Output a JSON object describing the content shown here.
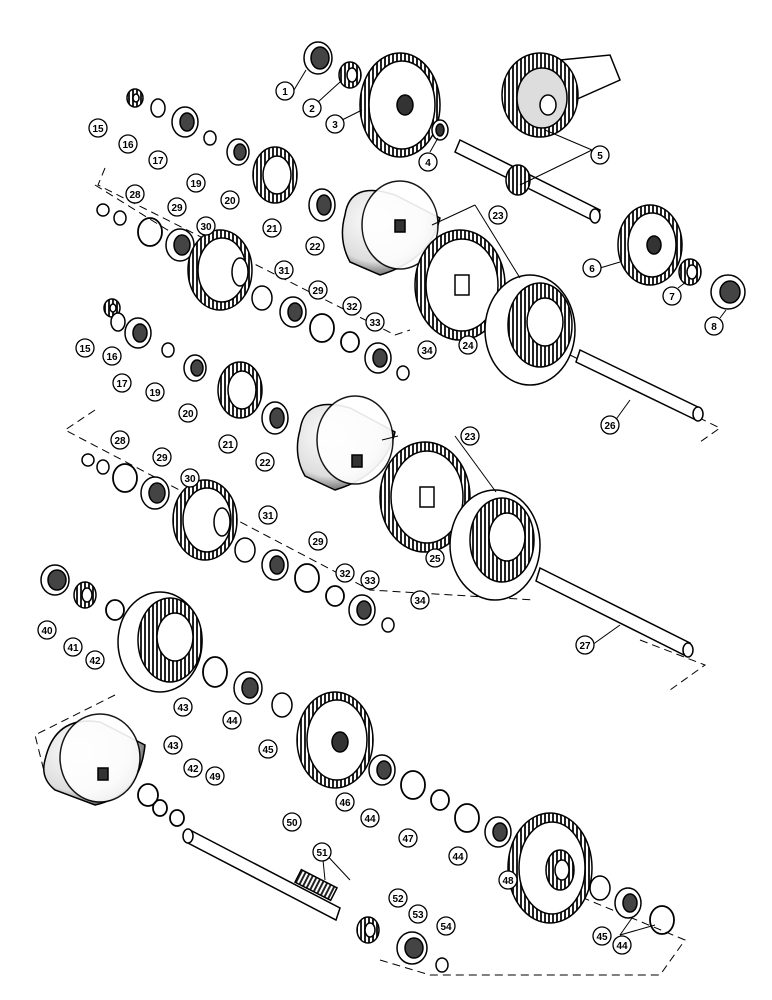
{
  "callouts": [
    {
      "id": "c1",
      "label": "1"
    },
    {
      "id": "c2",
      "label": "2"
    },
    {
      "id": "c3",
      "label": "3"
    },
    {
      "id": "c4",
      "label": "4"
    },
    {
      "id": "c5",
      "label": "5"
    },
    {
      "id": "c6",
      "label": "6"
    },
    {
      "id": "c7",
      "label": "7"
    },
    {
      "id": "c8",
      "label": "8"
    },
    {
      "id": "c15a",
      "label": "15"
    },
    {
      "id": "c16a",
      "label": "16"
    },
    {
      "id": "c17a",
      "label": "17"
    },
    {
      "id": "c19a",
      "label": "19"
    },
    {
      "id": "c20a",
      "label": "20"
    },
    {
      "id": "c21a",
      "label": "21"
    },
    {
      "id": "c22a",
      "label": "22"
    },
    {
      "id": "c23a",
      "label": "23"
    },
    {
      "id": "c24",
      "label": "24"
    },
    {
      "id": "c28a",
      "label": "28"
    },
    {
      "id": "c29a",
      "label": "29"
    },
    {
      "id": "c30a",
      "label": "30"
    },
    {
      "id": "c31a",
      "label": "31"
    },
    {
      "id": "c29b",
      "label": "29"
    },
    {
      "id": "c32a",
      "label": "32"
    },
    {
      "id": "c33a",
      "label": "33"
    },
    {
      "id": "c34a",
      "label": "34"
    },
    {
      "id": "c26",
      "label": "26"
    },
    {
      "id": "c15b",
      "label": "15"
    },
    {
      "id": "c16b",
      "label": "16"
    },
    {
      "id": "c17b",
      "label": "17"
    },
    {
      "id": "c19b",
      "label": "19"
    },
    {
      "id": "c20b",
      "label": "20"
    },
    {
      "id": "c21b",
      "label": "21"
    },
    {
      "id": "c22b",
      "label": "22"
    },
    {
      "id": "c23b",
      "label": "23"
    },
    {
      "id": "c28b",
      "label": "28"
    },
    {
      "id": "c29c",
      "label": "29"
    },
    {
      "id": "c30b",
      "label": "30"
    },
    {
      "id": "c31b",
      "label": "31"
    },
    {
      "id": "c29d",
      "label": "29"
    },
    {
      "id": "c25",
      "label": "25"
    },
    {
      "id": "c32b",
      "label": "32"
    },
    {
      "id": "c33b",
      "label": "33"
    },
    {
      "id": "c34b",
      "label": "34"
    },
    {
      "id": "c27",
      "label": "27"
    },
    {
      "id": "c40",
      "label": "40"
    },
    {
      "id": "c41",
      "label": "41"
    },
    {
      "id": "c42a",
      "label": "42"
    },
    {
      "id": "c43a",
      "label": "43"
    },
    {
      "id": "c44a",
      "label": "44"
    },
    {
      "id": "c45a",
      "label": "45"
    },
    {
      "id": "c43b",
      "label": "43"
    },
    {
      "id": "c42b",
      "label": "42"
    },
    {
      "id": "c49",
      "label": "49"
    },
    {
      "id": "c46",
      "label": "46"
    },
    {
      "id": "c44b",
      "label": "44"
    },
    {
      "id": "c47",
      "label": "47"
    },
    {
      "id": "c44c",
      "label": "44"
    },
    {
      "id": "c48",
      "label": "48"
    },
    {
      "id": "c50",
      "label": "50"
    },
    {
      "id": "c51",
      "label": "51"
    },
    {
      "id": "c52",
      "label": "52"
    },
    {
      "id": "c53",
      "label": "53"
    },
    {
      "id": "c54",
      "label": "54"
    },
    {
      "id": "c45b",
      "label": "45"
    },
    {
      "id": "c44d",
      "label": "44"
    }
  ],
  "colors": {
    "ink": "#000000",
    "paper": "#ffffff",
    "shade": "#3a3a3a"
  }
}
